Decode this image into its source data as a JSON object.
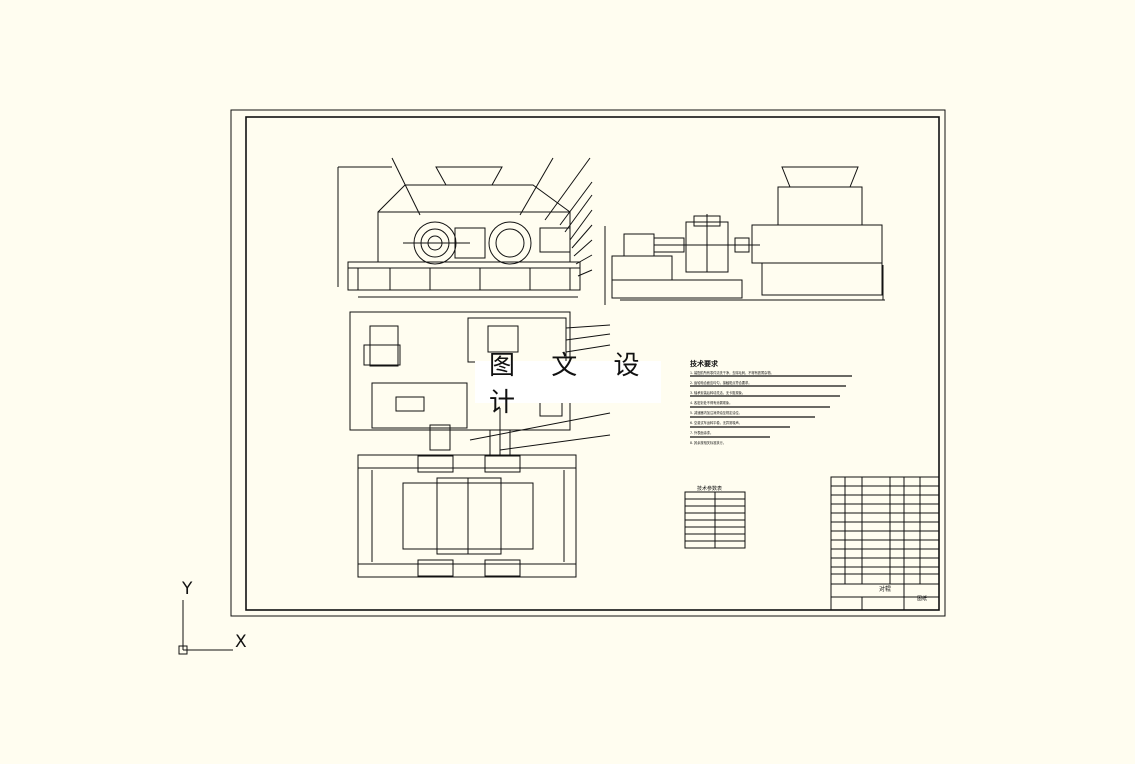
{
  "watermark": {
    "text": "图 文 设 计"
  },
  "ucs": {
    "x_label": "X",
    "y_label": "Y"
  },
  "notes": {
    "heading": "技术要求",
    "lines": [
      "1. 装配前所有零件清洗干净，去除毛刺，不得有铁屑杂物。",
      "2. 齿轮啮合面应均匀，接触斑点符合要求。",
      "3. 轴承安装后转动灵活，无卡阻现象。",
      "4. 各密封处不得有渗漏现象。",
      "5. 减速器内加注润滑油至规定油位。",
      "6. 空载试车运转平稳，无异常噪声。",
      "7. 外表面涂漆。",
      "8. 其余按相关标准执行。"
    ]
  },
  "spec_table": {
    "title": "技术参数表"
  },
  "title_block": {
    "name": "对辊",
    "code": "图纸"
  },
  "colors": {
    "background": "#fffdf0",
    "line": "#111111"
  }
}
